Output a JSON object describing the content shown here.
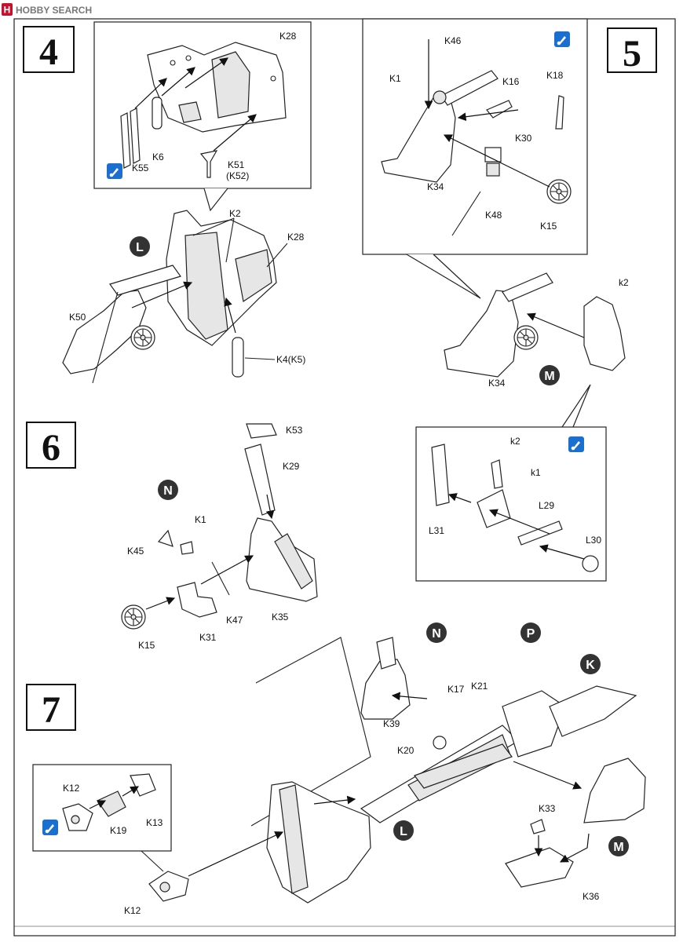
{
  "watermark": {
    "logo_text": "H",
    "text": "HOBBY SEARCH",
    "accent": "#c8102e"
  },
  "steps": [
    {
      "number": "4"
    },
    {
      "number": "5"
    },
    {
      "number": "6"
    },
    {
      "number": "7"
    }
  ],
  "circle_markers": [
    "L",
    "M",
    "N",
    "P",
    "K",
    "N",
    "L",
    "M"
  ],
  "labels": {
    "s4": [
      "K28",
      "K6",
      "K55",
      "K51",
      "(K52)",
      "K2",
      "K28",
      "K50",
      "K4(K5)"
    ],
    "s5": [
      "K46",
      "K1",
      "K16",
      "K18",
      "K30",
      "K34",
      "K48",
      "K15",
      "k2",
      "K34"
    ],
    "s5_inset": [
      "k2",
      "k1",
      "L29",
      "L31",
      "L30"
    ],
    "s6": [
      "K53",
      "K29",
      "K1",
      "K45",
      "K47",
      "K31",
      "K35",
      "K15"
    ],
    "s7": [
      "K17",
      "K21",
      "K39",
      "K20",
      "K33",
      "K36",
      "K12",
      "K19",
      "K13",
      "K12"
    ]
  },
  "colors": {
    "ink": "#111111",
    "paint_icon": "#1a6fd0",
    "marker_fill": "#333333"
  }
}
